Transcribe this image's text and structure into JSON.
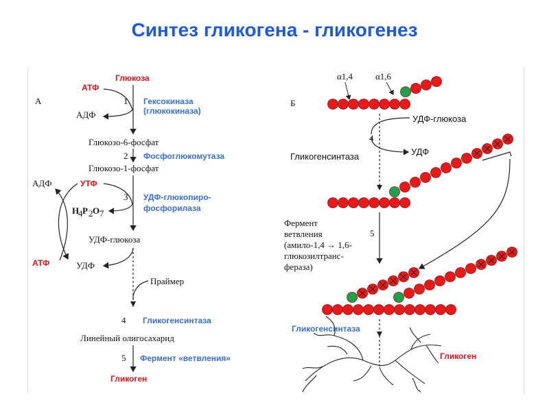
{
  "title": "Синтез гликогена - гликогенез",
  "panel_a": {
    "label": "А",
    "glucose": "Глюкоза",
    "atp1": "АТФ",
    "adp1": "АДФ",
    "step1": "1",
    "enzyme1_line1": "Гексокиназа",
    "enzyme1_line2": "(глюкокиназа)",
    "g6p": "Глюкозо-6-фосфат",
    "step2": "2",
    "enzyme2": "Фосфоглюкомутаза",
    "g1p": "Глюкозо-1-фосфат",
    "adp2": "АДФ",
    "utp": "УТФ",
    "step3": "3",
    "ppi_h": "H",
    "ppi_4": "4",
    "ppi_p": "P",
    "ppi_2": "2",
    "ppi_o": "O",
    "ppi_7": "7",
    "enzyme3_line1": "УДФ-глюкопиро-",
    "enzyme3_line2": "фосфорилаза",
    "udp_glucose": "УДФ-глюкоза",
    "atp2": "АТФ",
    "udp": "УДФ",
    "primer": "Праймер",
    "step4": "4",
    "enzyme4": "Гликогенсинтаза",
    "linear": "Линейный олигосахарид",
    "step5": "5",
    "enzyme5": "Фермент «ветвления»",
    "glycogen": "Гликоген"
  },
  "panel_b": {
    "label": "Б",
    "bond14": "α1,4",
    "bond16": "α1,6",
    "udp_glucose": "УДФ-глюкоза",
    "step4": "4",
    "udp": "УДФ",
    "synthase": "Гликогенсинтаза",
    "step5": "5",
    "enzyme_line1": "Фермент",
    "enzyme_line2": "ветвления",
    "enzyme_line3": "(амило-1,4 → 1,6-",
    "enzyme_line4": "глюкозилтранс-",
    "enzyme_line5": "фераза)",
    "synthase2": "Гликогенсинтаза",
    "glycogen": "Гликоген"
  },
  "colors": {
    "title": "#1f5bd6",
    "enzyme": "#3a6fd0",
    "highlight": "#d8161c",
    "residue": "#e51b1b",
    "branch_point": "#1aa34a"
  },
  "icons": {
    "residue": "red-circle",
    "new_residue": "red-circle-with-x",
    "branch_point": "green-circle"
  }
}
